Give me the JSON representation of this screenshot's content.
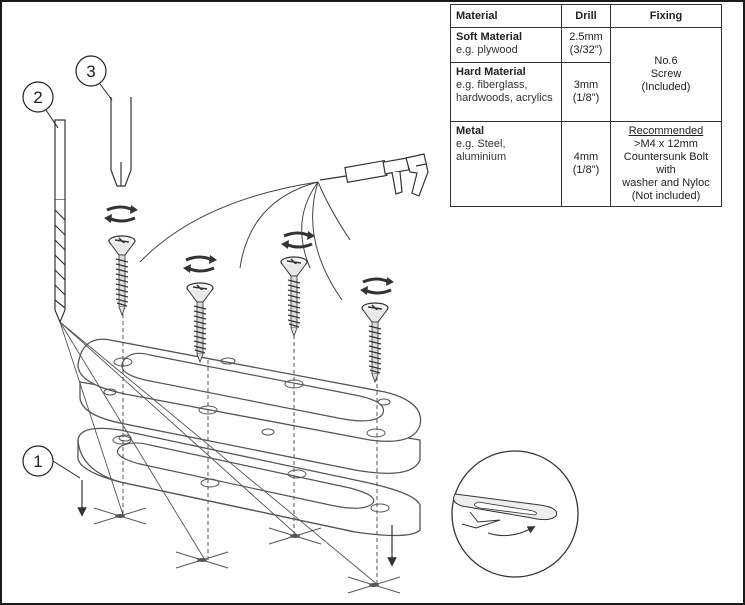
{
  "table": {
    "headers": {
      "material": "Material",
      "drill": "Drill",
      "fixing": "Fixing"
    },
    "rows": [
      {
        "material": "Soft Material",
        "example": "e.g. plywood",
        "drill": "2.5mm",
        "drill_inch": "(3/32\")"
      },
      {
        "material": "Hard Material",
        "example": "e.g. fiberglass, hardwoods, acrylics",
        "drill": "3mm",
        "drill_inch": "(1/8\")"
      },
      {
        "material": "Metal",
        "example": "e.g. Steel, aluminium",
        "drill": "4mm",
        "drill_inch": "(1/8\")"
      }
    ],
    "fixing_screw": {
      "line1": "No.6",
      "line2": "Screw",
      "line3": "(Included)"
    },
    "fixing_metal": {
      "heading": "Recommended",
      "line1": ">M4 x 12mm",
      "line2": "Countersunk Bolt with",
      "line3": "washer and Nyloc",
      "line4": "(Not included)"
    }
  },
  "callouts": {
    "one": "1",
    "two": "2",
    "three": "3"
  }
}
